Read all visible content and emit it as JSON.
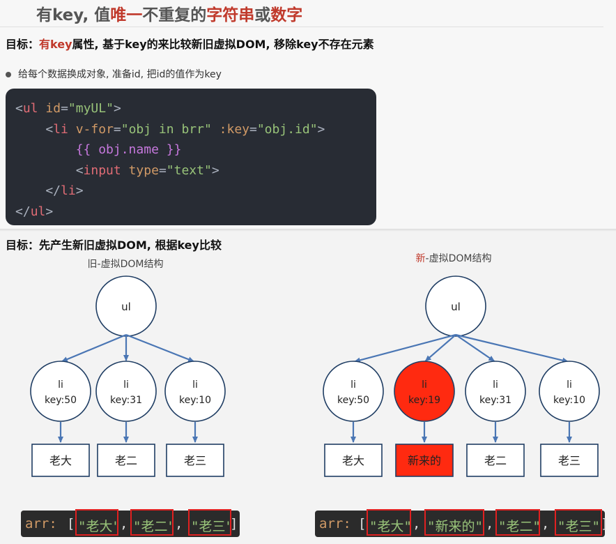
{
  "slide": {
    "title_parts": [
      {
        "text": "有key, 值",
        "red": false
      },
      {
        "text": "唯一",
        "red": true
      },
      {
        "text": "不重复的",
        "red": false
      },
      {
        "text": "字符串",
        "red": true
      },
      {
        "text": "或",
        "red": false
      },
      {
        "text": "数字",
        "red": true
      }
    ],
    "goal1_prefix": "目标：",
    "goal1_red": "有key",
    "goal1_rest": "属性, 基于key的来比较新旧虚拟DOM, 移除key不存在元素",
    "bullet": "给每个数据换成对象, 准备id, 把id的值作为key",
    "goal2": "目标：先产生新旧虚拟DOM, 根据key比较"
  },
  "code": {
    "lines": [
      [
        {
          "t": "<",
          "c": "plain"
        },
        {
          "t": "ul",
          "c": "tag"
        },
        {
          "t": " ",
          "c": "plain"
        },
        {
          "t": "id",
          "c": "attr"
        },
        {
          "t": "=",
          "c": "plain"
        },
        {
          "t": "\"myUL\"",
          "c": "str"
        },
        {
          "t": ">",
          "c": "plain"
        }
      ],
      [
        {
          "t": "    <",
          "c": "plain"
        },
        {
          "t": "li",
          "c": "tag"
        },
        {
          "t": " ",
          "c": "plain"
        },
        {
          "t": "v-for",
          "c": "attr"
        },
        {
          "t": "=",
          "c": "plain"
        },
        {
          "t": "\"obj in brr\"",
          "c": "str"
        },
        {
          "t": " ",
          "c": "plain"
        },
        {
          "t": ":key",
          "c": "attr"
        },
        {
          "t": "=",
          "c": "plain"
        },
        {
          "t": "\"obj.id\"",
          "c": "str"
        },
        {
          "t": ">",
          "c": "plain"
        }
      ],
      [
        {
          "t": "        {{ obj.name }}",
          "c": "mus"
        }
      ],
      [
        {
          "t": "        <",
          "c": "plain"
        },
        {
          "t": "input",
          "c": "tag"
        },
        {
          "t": " ",
          "c": "plain"
        },
        {
          "t": "type",
          "c": "attr"
        },
        {
          "t": "=",
          "c": "plain"
        },
        {
          "t": "\"text\"",
          "c": "str"
        },
        {
          "t": ">",
          "c": "plain"
        }
      ],
      [
        {
          "t": "    </",
          "c": "plain"
        },
        {
          "t": "li",
          "c": "tag"
        },
        {
          "t": ">",
          "c": "plain"
        }
      ],
      [
        {
          "t": "</",
          "c": "plain"
        },
        {
          "t": "ul",
          "c": "tag"
        },
        {
          "t": ">",
          "c": "plain"
        }
      ]
    ]
  },
  "old_tree": {
    "title": "旧-虚拟DOM结构",
    "root": "ul",
    "items": [
      {
        "li": "li",
        "key": "key:50",
        "text": "老大"
      },
      {
        "li": "li",
        "key": "key:31",
        "text": "老二"
      },
      {
        "li": "li",
        "key": "key:10",
        "text": "老三"
      }
    ],
    "arr_label": "arr:",
    "arr_values": [
      "\"老大\"",
      "\"老二\"",
      "\"老三\""
    ]
  },
  "new_tree": {
    "title_red": "新",
    "title_rest": "-虚拟DOM结构",
    "root": "ul",
    "items": [
      {
        "li": "li",
        "key": "key:50",
        "text": "老大",
        "highlight": false
      },
      {
        "li": "li",
        "key": "key:19",
        "text": "新来的",
        "highlight": true
      },
      {
        "li": "li",
        "key": "key:31",
        "text": "老二",
        "highlight": false
      },
      {
        "li": "li",
        "key": "key:10",
        "text": "老三",
        "highlight": false
      }
    ],
    "arr_label": "arr:",
    "arr_values": [
      "\"老大\"",
      "\"新来的\"",
      "\"老二\"",
      "\"老三\""
    ]
  },
  "colors": {
    "highlight": "#ff2a10",
    "arrow": "#4a76b4",
    "node_border": "#1f3d63",
    "red_text": "#c0392b"
  }
}
